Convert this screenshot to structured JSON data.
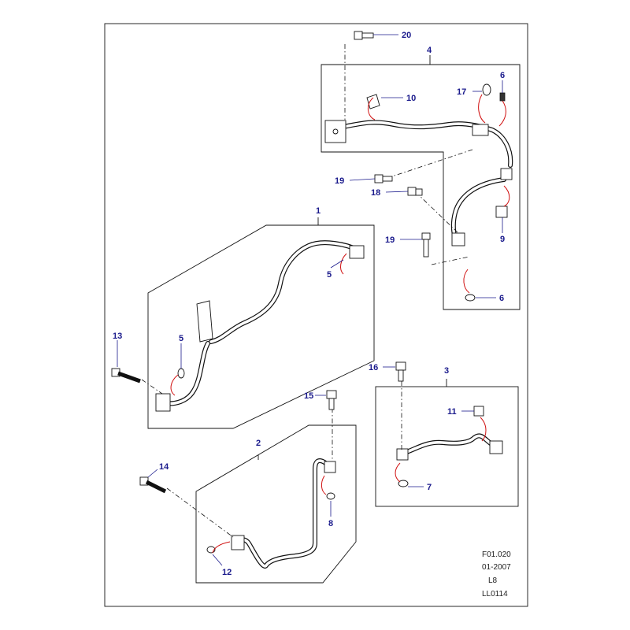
{
  "diagram": {
    "callouts": {
      "c1": "1",
      "c2": "2",
      "c3": "3",
      "c4": "4",
      "c5a": "5",
      "c5b": "5",
      "c6a": "6",
      "c6b": "6",
      "c7": "7",
      "c8": "8",
      "c9": "9",
      "c10": "10",
      "c11": "11",
      "c12": "12",
      "c13": "13",
      "c14": "14",
      "c15": "15",
      "c16": "16",
      "c17": "17",
      "c18": "18",
      "c19a": "19",
      "c19b": "19",
      "c20": "20"
    },
    "footer": {
      "ref": "F01.020",
      "date": "01-2007",
      "model": "L8",
      "code": "LL0114"
    },
    "colors": {
      "callout": "#1a1a8c",
      "highlight": "#d01010",
      "line": "#111111"
    }
  }
}
